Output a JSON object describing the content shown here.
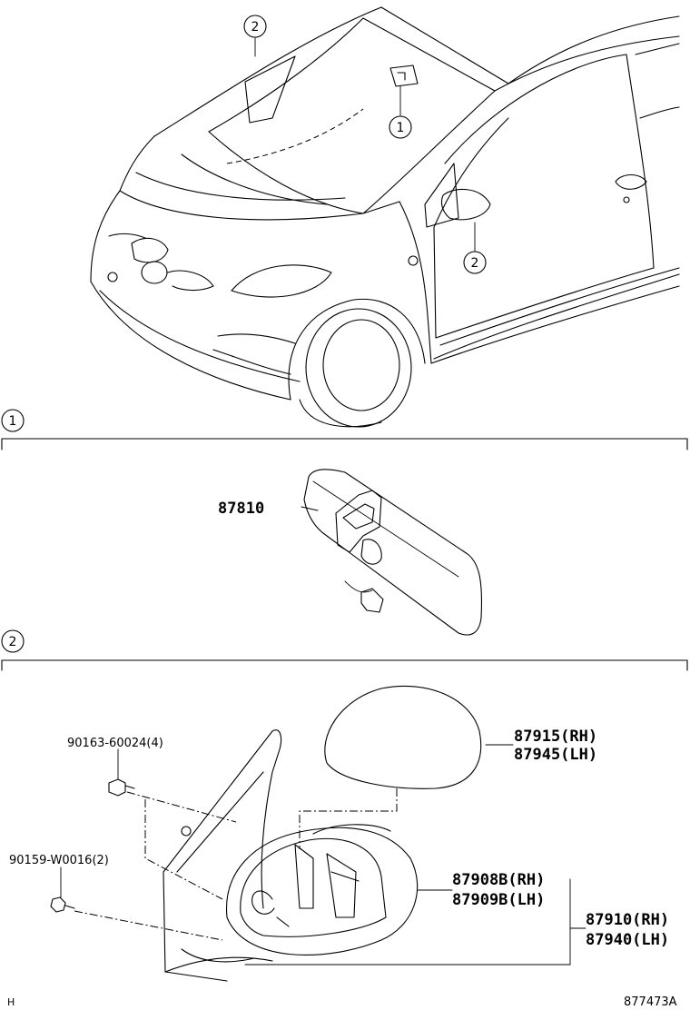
{
  "callouts": {
    "c1_top": "1",
    "c2_top_left": "2",
    "c2_top_right": "2",
    "section1": "1",
    "section2": "2"
  },
  "parts": {
    "inner_mirror": "87810",
    "bolt_a": "90163-60024(4)",
    "screw_b": "90159-W0016(2)",
    "cover_rh": "87915(RH)",
    "cover_lh": "87945(LH)",
    "housing_rh": "87908B(RH)",
    "housing_lh": "87909B(LH)",
    "assy_rh": "87910(RH)",
    "assy_lh": "87940(LH)"
  },
  "footer": {
    "corner_mark": "H",
    "diagram_code": "877473A"
  }
}
